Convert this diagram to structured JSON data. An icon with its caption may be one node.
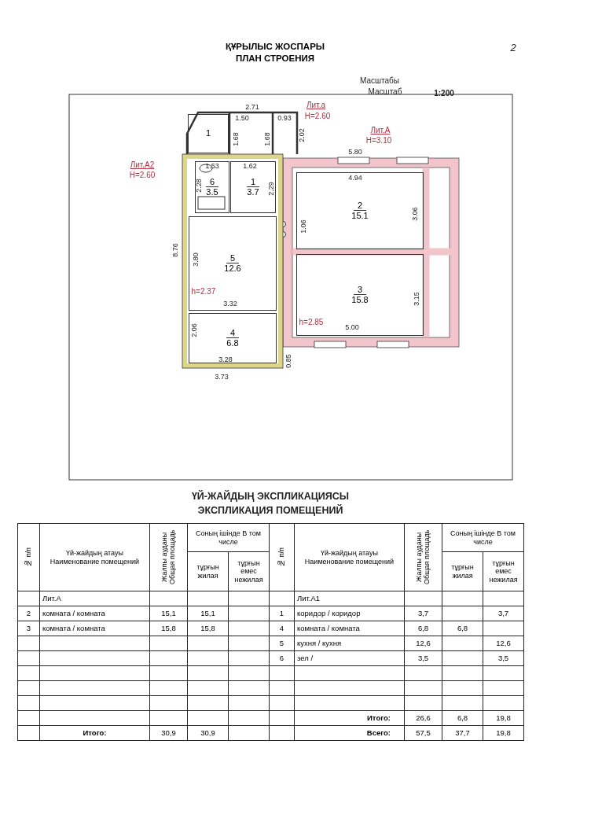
{
  "diagram": {
    "title": "ҚҰРЫЛЫС ЖОСПАРЫ ПЛАН СТРОЕНИЯ",
    "nodes": [
      {
        "text": [
          "1"
        ]
      },
      {
        "text": [
          "6",
          "3.5"
        ]
      },
      {
        "text": [
          "1",
          "3.7"
        ]
      },
      {
        "text": [
          "2",
          "15.1"
        ]
      },
      {
        "text": [
          "3",
          "15.8"
        ]
      },
      {
        "text": [
          "5",
          "12.6"
        ]
      },
      {
        "text": [
          "4",
          "6.8"
        ]
      }
    ],
    "labels": [
      "2",
      "Масштабы",
      "Масштаб",
      "1:200",
      "2.71",
      "Лит.а",
      "1.50",
      "0.93",
      "H=2.60",
      "Лит.А",
      "H=3.10",
      "1.68",
      "1.68",
      "2.02",
      "5.80",
      "Лит.А2",
      "H=2.60",
      "1.53",
      "1.62",
      "4.94",
      "2.28",
      "2.29",
      "3.06",
      "1.06",
      "8.76",
      "3.80",
      "h=2.37",
      "3.32",
      "3.15",
      "h=2.85",
      "5.00",
      "2.06",
      "3.28",
      "0.85",
      "3.73",
      "ҮЙ-ЖАЙДЫҢ ЭКСПЛИКАЦИЯСЫ",
      "ЭКСПЛИКАЦИЯ ПОМЕЩЕНИЙ",
      "№ п/п",
      "Үй-жайдың атауы Наименование помещений",
      "Жалпы ауданы Общая площадь",
      "Соның ішінде В том числе",
      "тұрғын жилая",
      "тұрғын емес нежилая",
      "№ п/п",
      "Үй-жайдың атауы Наименование помещений",
      "Жалпы ауданы Общая площадь",
      "Соның ішінде В том числе",
      "тұрғын жилая",
      "тұрғын емес нежилая",
      "Лит.А",
      "Лит.А1",
      "2",
      "комната / комната",
      "15,1",
      "15,1",
      "1",
      "коридор / коридор",
      "3,7",
      "3,7",
      "3",
      "комната / комната",
      "15,8",
      "15,8",
      "4",
      "комната / комната",
      "6,8",
      "6,8",
      "5",
      "кухня / кухня",
      "12,6",
      "12,6",
      "6",
      "зел /",
      "3,5",
      "3,5",
      "Итого:",
      "26,6",
      "6,8",
      "19,8",
      "Итого:",
      "30,9",
      "30,9",
      "Всего:",
      "57,5",
      "37,7",
      "19,8"
    ]
  }
}
